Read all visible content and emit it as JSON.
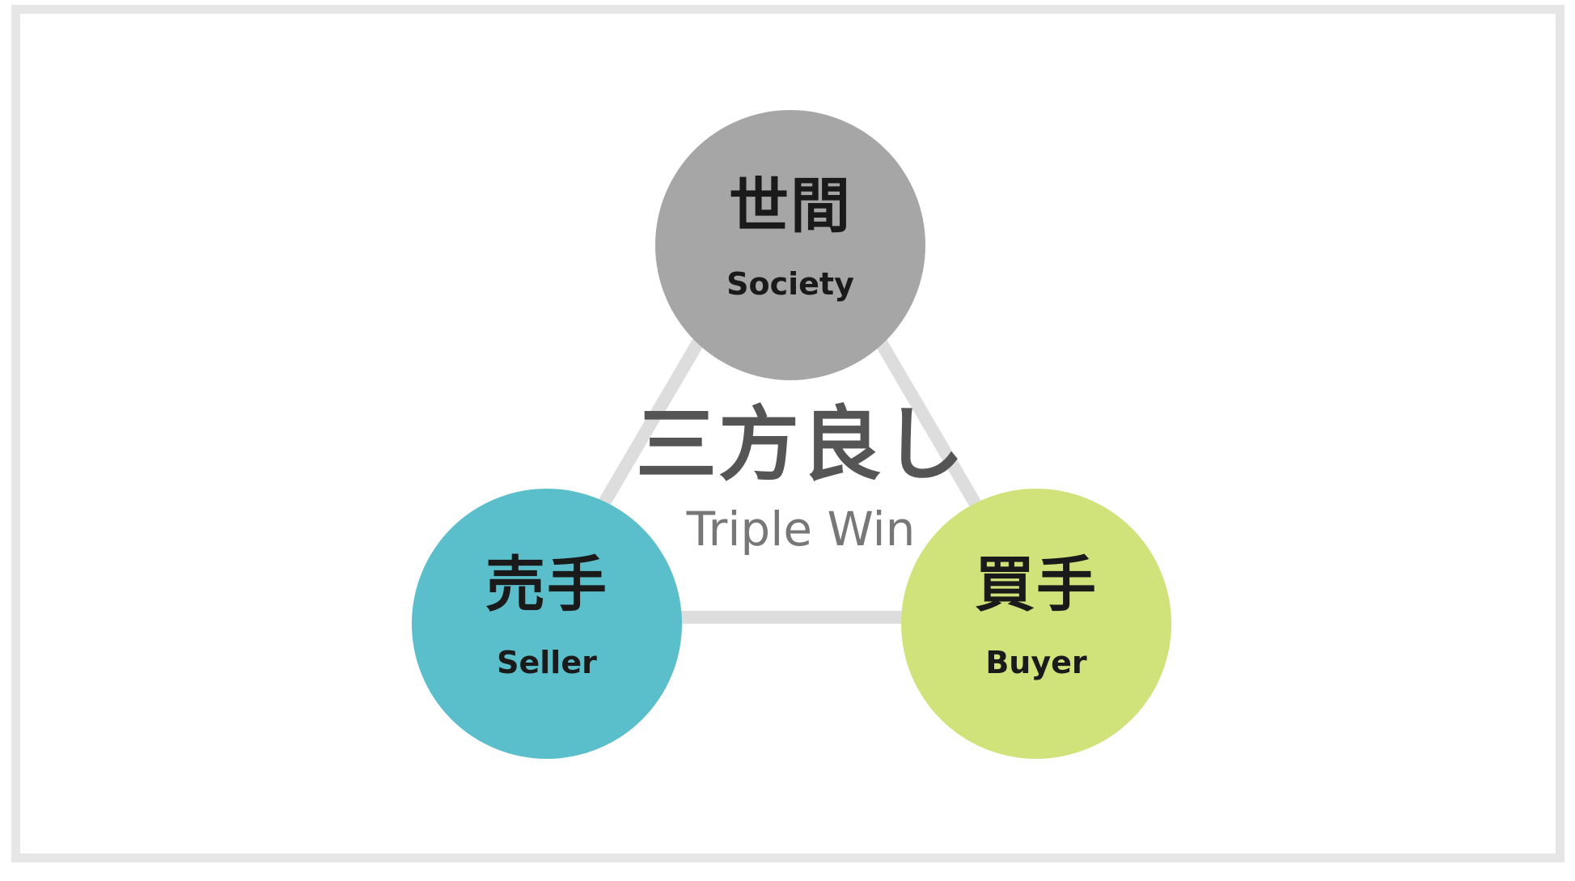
{
  "center": {
    "title": "三方良し",
    "subtitle": "Triple Win"
  },
  "nodes": {
    "society": {
      "jp": "世間",
      "en": "Society",
      "color": "#a6a6a6"
    },
    "seller": {
      "jp": "売手",
      "en": "Seller",
      "color": "#5bbfcb"
    },
    "buyer": {
      "jp": "買手",
      "en": "Buyer",
      "color": "#d0e27a"
    }
  },
  "colors": {
    "connector": "#dddddd",
    "frame": "#e6e6e6"
  }
}
